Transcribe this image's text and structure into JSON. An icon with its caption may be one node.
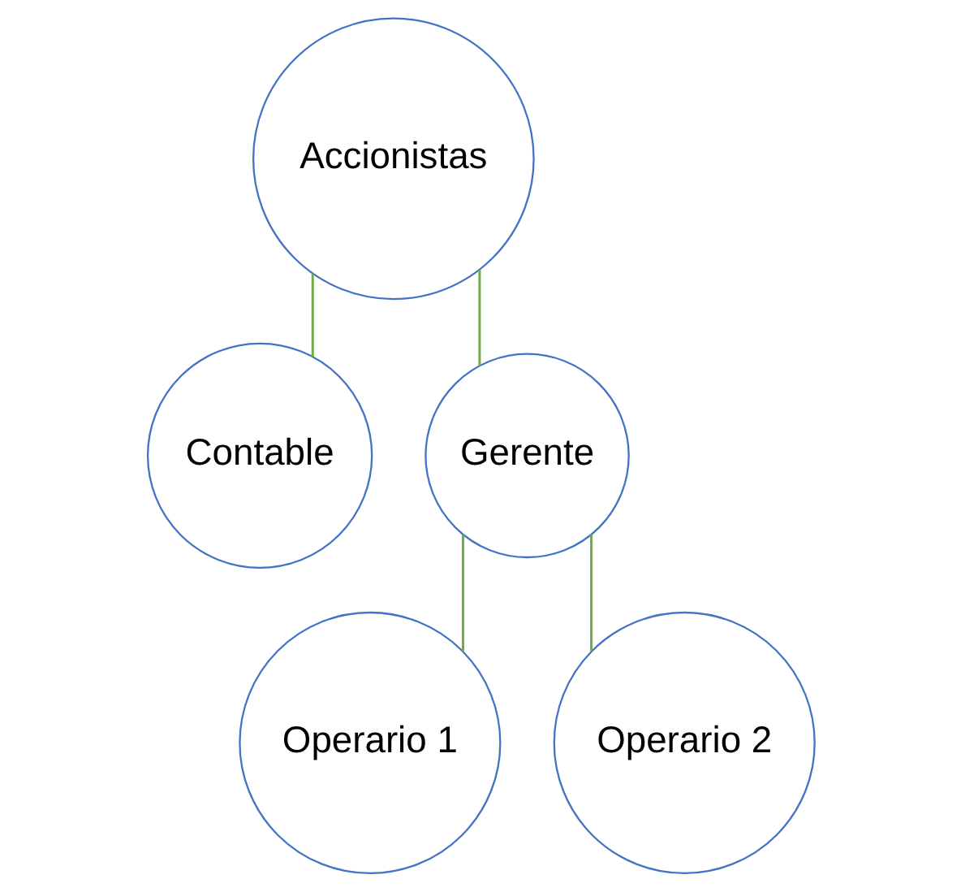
{
  "diagram": {
    "nodes": [
      {
        "text": [
          "Accionistas"
        ]
      },
      {
        "text": [
          "Contable"
        ]
      },
      {
        "text": [
          "Gerente"
        ]
      },
      {
        "text": [
          "Operario 1"
        ]
      },
      {
        "text": [
          "Operario 2"
        ]
      }
    ],
    "edges": [
      {
        "from": 0,
        "to": 1,
        "arrow": "none"
      },
      {
        "from": 0,
        "to": 2,
        "arrow": "none"
      },
      {
        "from": 2,
        "to": 3,
        "arrow": "none"
      },
      {
        "from": 2,
        "to": 4,
        "arrow": "none"
      }
    ]
  }
}
